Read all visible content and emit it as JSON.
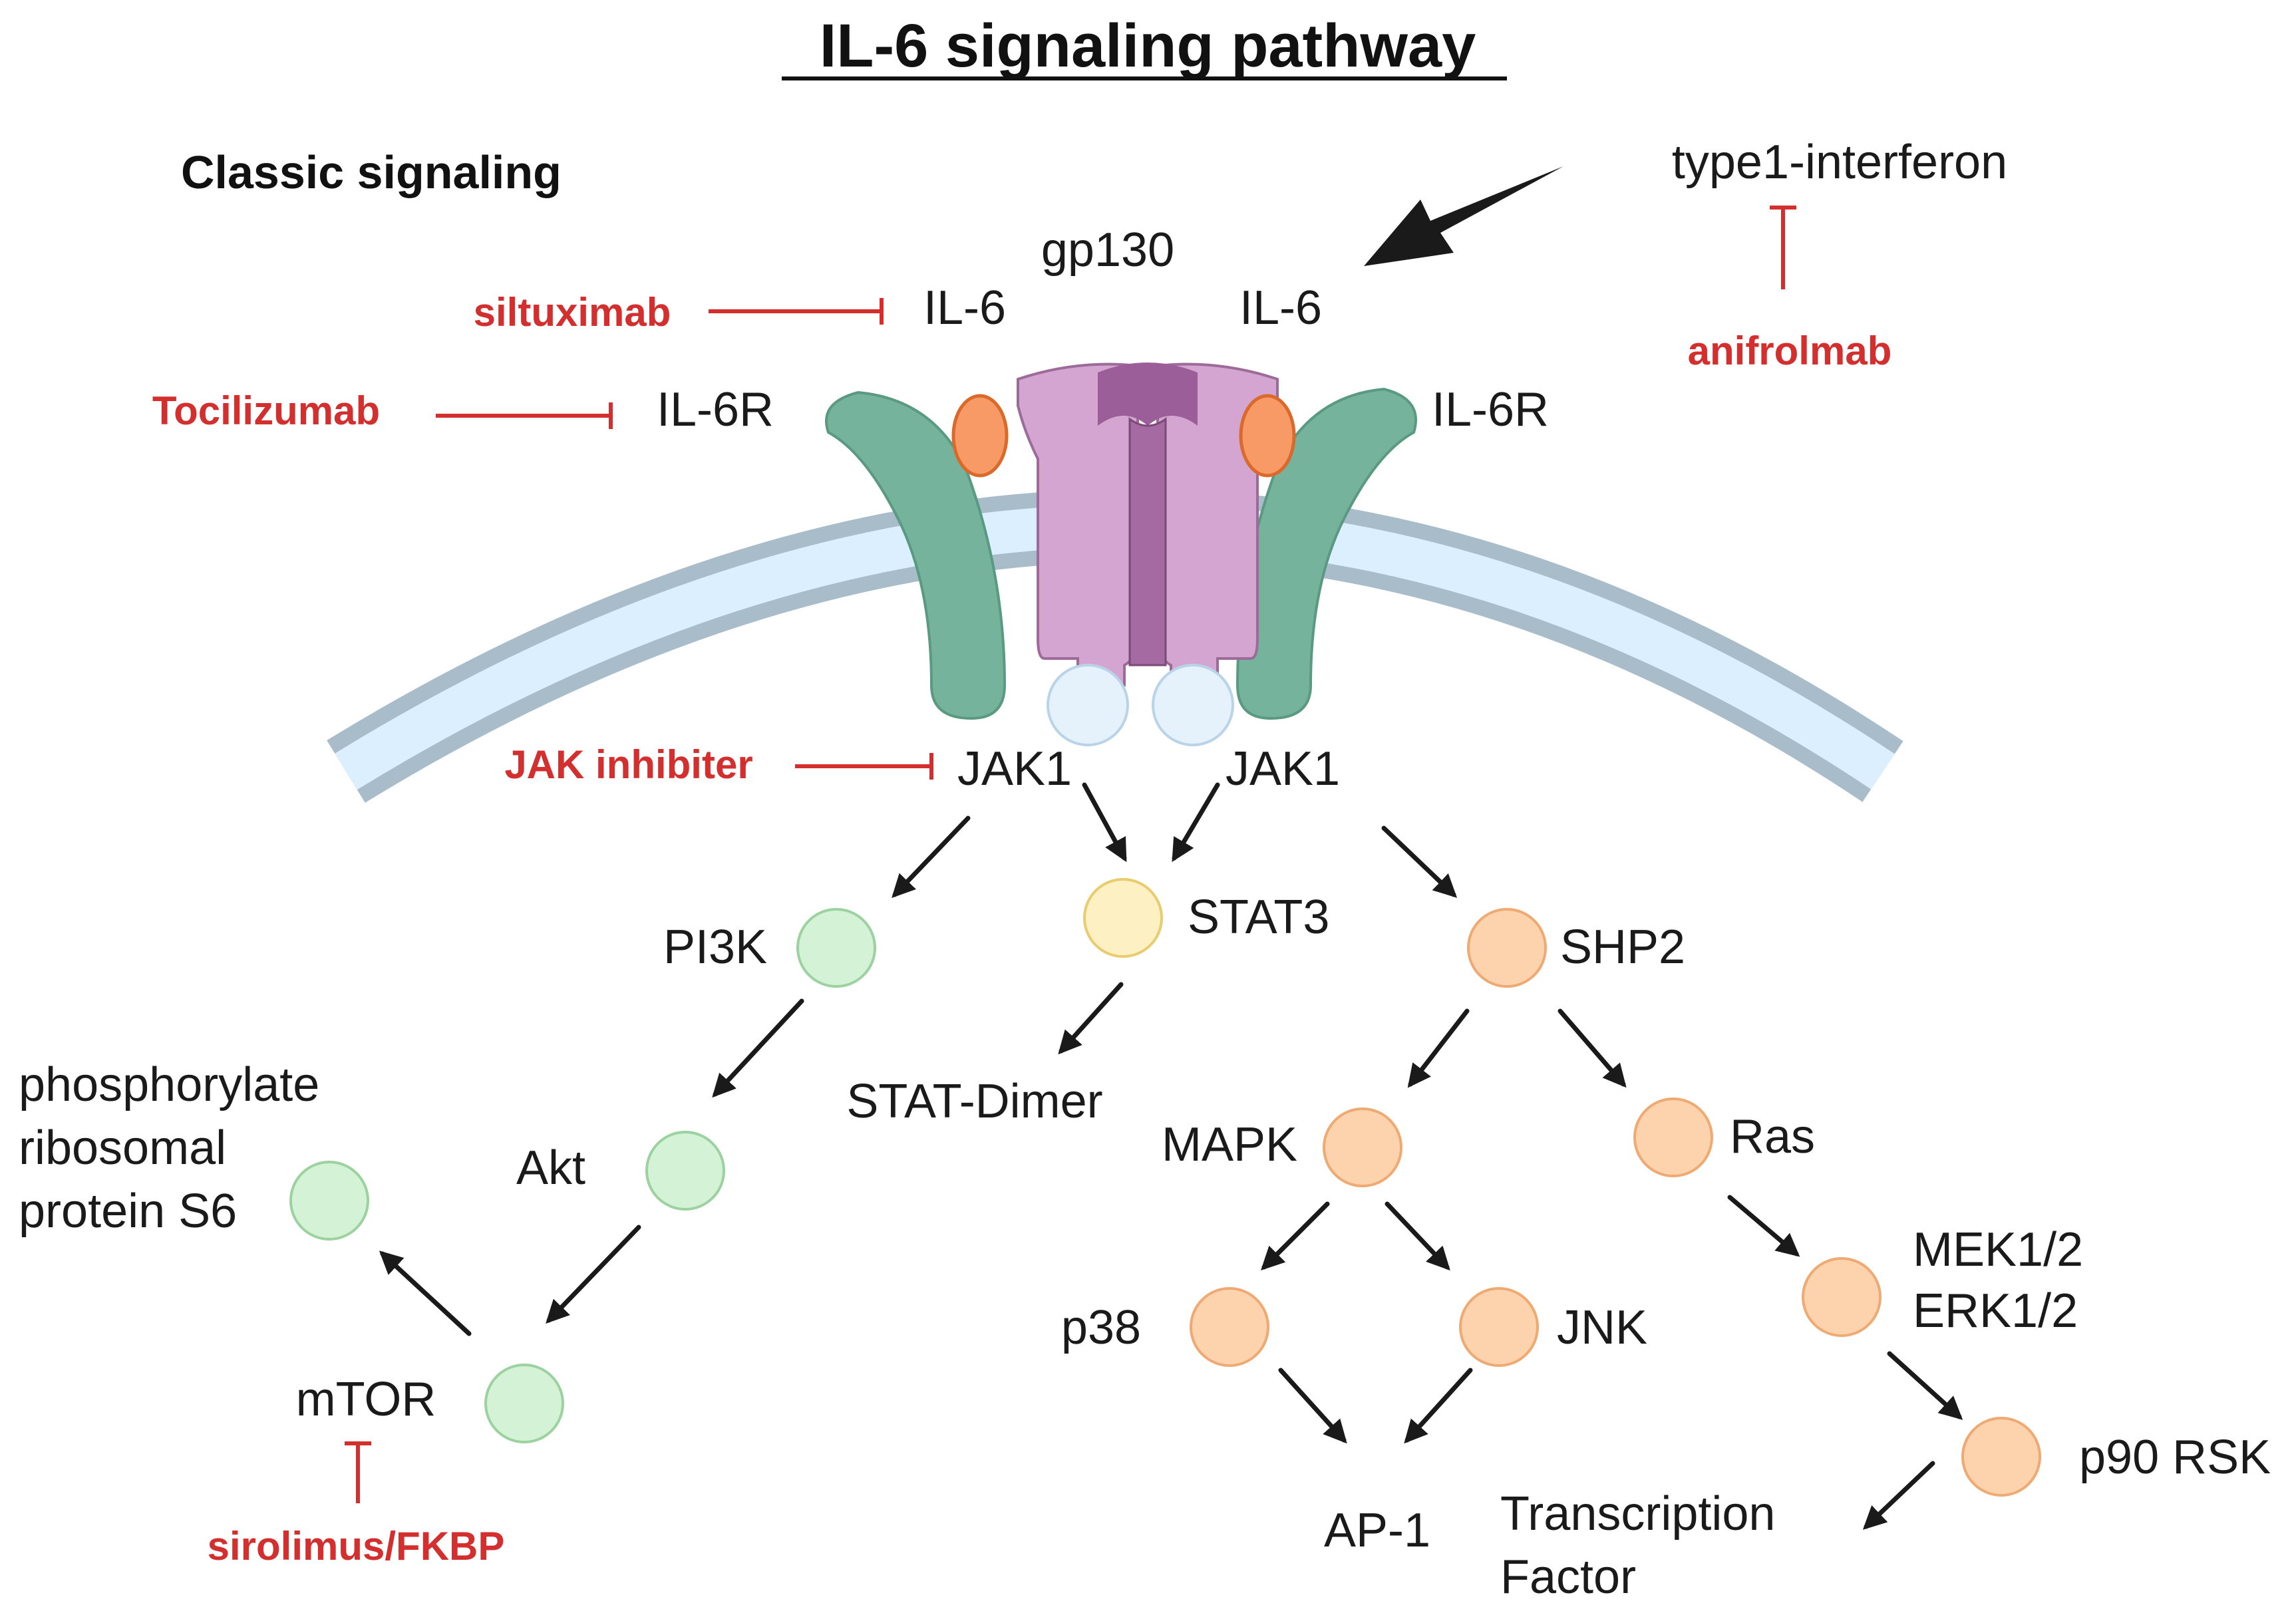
{
  "title": "IL-6 signaling pathway",
  "section": "Classic signaling",
  "colors": {
    "inhibitor": "#d32f2f",
    "pi3k_branch": "#d4f2d6",
    "stat_branch": "#fdf0c2",
    "shp2_branch": "#fdd3ae",
    "membrane_outer": "#a9bcc9",
    "membrane_inner": "#dcefff",
    "il6r": "#76b39c",
    "gp130": "#d3a5d0",
    "il6_ligand": "#f79a66",
    "jak": "#e6f2fb"
  },
  "receptor_labels": {
    "gp130": "gp130",
    "il6_left": "IL-6",
    "il6_right": "IL-6",
    "il6r_left": "IL-6R",
    "il6r_right": "IL-6R",
    "jak1_left": "JAK1",
    "jak1_right": "JAK1",
    "type1_interferon": "type1-interferon"
  },
  "inhibitors": {
    "siltuximab": "siltuximab",
    "tocilizumab": "Tocilizumab",
    "jak_inhibitor": "JAK inhibiter",
    "anifrolmab": "anifrolmab",
    "sirolimus": "sirolimus/FKBP"
  },
  "nodes": {
    "pi3k": "PI3K",
    "akt": "Akt",
    "mtor": "mTOR",
    "s6_line1": "phosphorylate",
    "s6_line2": "ribosomal",
    "s6_line3": "protein S6",
    "stat3": "STAT3",
    "stat_dimer": "STAT-Dimer",
    "shp2": "SHP2",
    "mapk": "MAPK",
    "ras": "Ras",
    "p38": "p38",
    "jnk": "JNK",
    "ap1": "AP-1",
    "mek": "MEK1/2",
    "erk": "ERK1/2",
    "p90rsk": "p90 RSK",
    "tf_line1": "Transcription",
    "tf_line2": "Factor"
  }
}
